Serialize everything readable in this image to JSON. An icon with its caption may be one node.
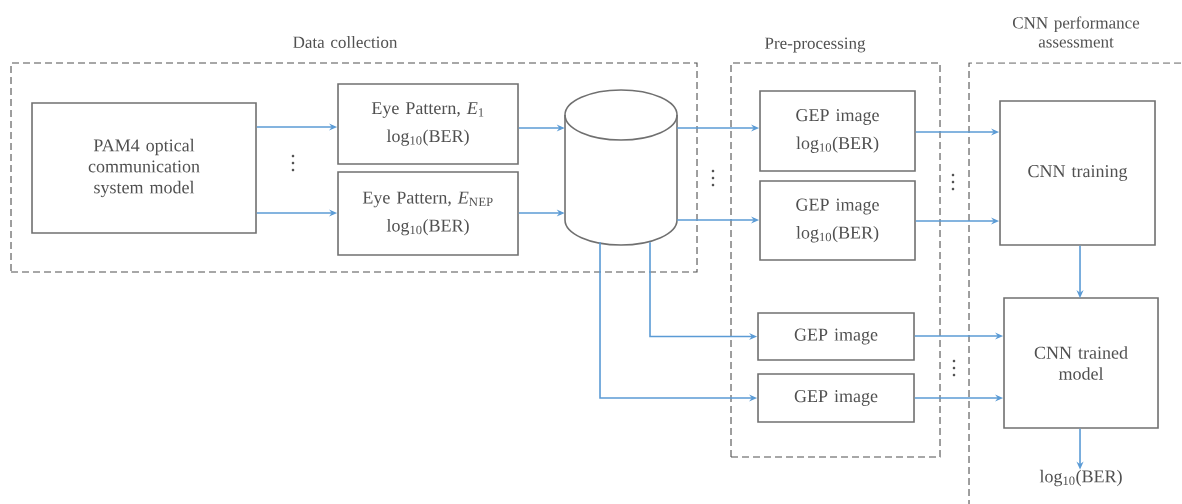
{
  "diagram": {
    "nodes": [
      {
        "text": [
          "Data collection"
        ]
      },
      {
        "text": [
          "PAM4 optical communication system model"
        ],
        "in": 0
      },
      {
        "text": [
          "Eye Pattern, *E*$_{1}$",
          "log$_{10}$(BER)"
        ],
        "in": 0
      },
      {
        "text": [
          "Eye Pattern, *E*$_{N}$$_{EP}$",
          "log$_{10}$(BER)"
        ],
        "in": 0
      },
      {
        "text": [],
        "shape": "cylinder",
        "in": 0
      },
      {
        "text": [
          "Pre-processing"
        ]
      },
      {
        "text": [
          "GEP image",
          "log$_{10}$(BER)"
        ],
        "in": 5
      },
      {
        "text": [
          "GEP image",
          "log$_{10}$(BER)"
        ],
        "in": 5
      },
      {
        "text": [
          "GEP image"
        ],
        "in": 5
      },
      {
        "text": [
          "GEP image"
        ],
        "in": 5
      },
      {
        "text": [
          "CNN performance assessment"
        ]
      },
      {
        "text": [
          "CNN training"
        ],
        "in": 10
      },
      {
        "text": [
          "CNN trained model"
        ],
        "in": 10
      },
      {
        "text": [
          "log$_{10}$(BER)"
        ],
        "in": 10
      }
    ],
    "edges": [
      {
        "from": 1,
        "to": 2,
        "arrow": "to"
      },
      {
        "from": 1,
        "to": 3,
        "arrow": "to"
      },
      {
        "from": 2,
        "to": 4,
        "arrow": "to"
      },
      {
        "from": 3,
        "to": 4,
        "arrow": "to"
      },
      {
        "from": 4,
        "to": 6,
        "arrow": "to"
      },
      {
        "from": 4,
        "to": 7,
        "arrow": "to"
      },
      {
        "from": 4,
        "to": 8,
        "arrow": "to"
      },
      {
        "from": 4,
        "to": 9,
        "arrow": "to"
      },
      {
        "from": 6,
        "to": 11,
        "arrow": "to"
      },
      {
        "from": 7,
        "to": 11,
        "arrow": "to"
      },
      {
        "from": 8,
        "to": 12,
        "arrow": "to"
      },
      {
        "from": 9,
        "to": 12,
        "arrow": "to"
      },
      {
        "from": 11,
        "to": 12,
        "arrow": "to"
      },
      {
        "from": 12,
        "to": 13,
        "arrow": "to"
      }
    ]
  }
}
